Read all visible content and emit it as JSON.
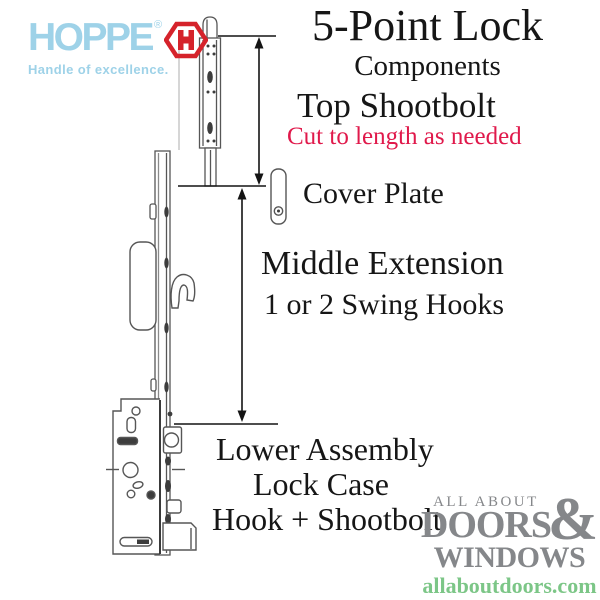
{
  "brand": {
    "name": "HOPPE",
    "registered": "®",
    "tagline": "Handle of excellence.",
    "colors": {
      "logo_blue": "#9ed2e8",
      "logo_red": "#d5232b"
    }
  },
  "heading": {
    "title": "5-Point Lock",
    "subtitle": "Components"
  },
  "annotations": {
    "top_shootbolt": {
      "label": "Top Shootbolt",
      "note": "Cut to length as needed"
    },
    "cover_plate": {
      "label": "Cover Plate"
    },
    "middle_extension": {
      "label": "Middle Extension",
      "sub": "1 or 2 Swing Hooks"
    },
    "lower_assembly": {
      "lines": [
        "Lower Assembly",
        "Lock Case",
        "Hook + Shootbolt"
      ]
    }
  },
  "footer_logo": {
    "top": "ALL ABOUT",
    "doors": "DOORS",
    "ampersand": "&",
    "windows": "WINDOWS",
    "url": "allaboutdoors.com"
  },
  "colors": {
    "warning_red": "#e0194b",
    "dealer_gray": "#85878a",
    "dealer_green": "#7cc687",
    "drawing_line": "#565656",
    "dimension_line": "#141414"
  },
  "icons": {
    "hoppe_hexagon": "hexagon-outline-with-H",
    "dimension_arrows": "double-headed-vertical-arrows"
  }
}
